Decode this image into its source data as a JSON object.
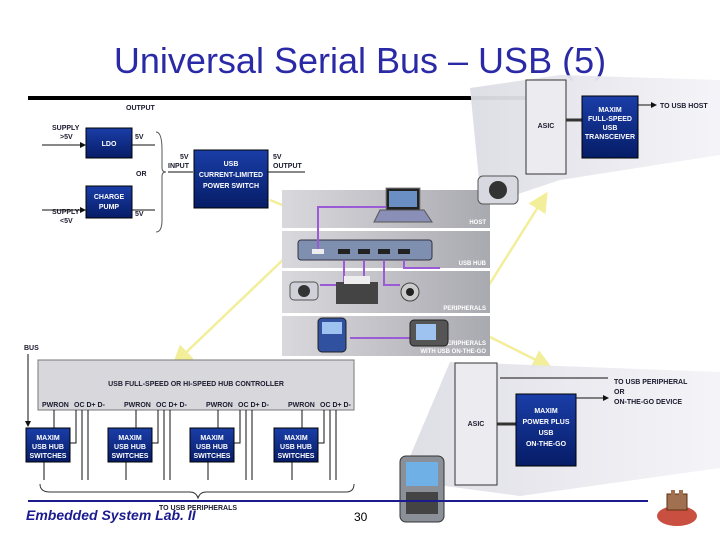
{
  "slide": {
    "title": "Universal Serial Bus – USB (5)",
    "footer_left": "Embedded System Lab. II",
    "page_number": "30"
  },
  "power_diagram": {
    "output_label": "OUTPUT",
    "supply_high": [
      "SUPPLY",
      ">5V"
    ],
    "supply_low": [
      "SUPPLY",
      "<5V"
    ],
    "ldo_label": "LDO",
    "charge_pump_label": [
      "CHARGE",
      "PUMP"
    ],
    "v5_top": "5V",
    "v5_bottom": "5V",
    "or_label": "OR",
    "switch_input_label": [
      "5V",
      "INPUT"
    ],
    "switch_output_label": [
      "5V",
      "OUTPUT"
    ],
    "switch_label": [
      "USB",
      "CURRENT-LIMITED",
      "POWER SWITCH"
    ]
  },
  "layers": {
    "host": "HOST",
    "hub": "USB HUB",
    "peripherals": "PERIPHERALS",
    "otg": [
      "PERIPHERALS",
      "WITH USB ON-THE-GO"
    ]
  },
  "host_callout": {
    "asic_label": "ASIC",
    "transceiver_label": [
      "MAXIM",
      "FULL-SPEED",
      "USB",
      "TRANSCEIVER"
    ],
    "to_host_label": "TO USB HOST"
  },
  "otg_callout": {
    "asic_label": "ASIC",
    "otg_label": [
      "MAXIM",
      "POWER PLUS",
      "USB",
      "ON-THE-GO"
    ],
    "to_peripheral_label": [
      "TO USB PERIPHERAL",
      "OR",
      "ON-THE-GO DEVICE"
    ]
  },
  "hub_diagram": {
    "bus_label": "BUS",
    "controller_label": "USB FULL-SPEED OR HI-SPEED HUB CONTROLLER",
    "port_pins": [
      "PWRON",
      "OC D+ D-"
    ],
    "switch_label": [
      "MAXIM",
      "USB HUB",
      "SWITCHES"
    ],
    "to_peripherals_label": "TO USB PERIPHERALS"
  },
  "colors": {
    "title": "#2a2aa6",
    "box_blue": "#0a2a8a",
    "layer_gray": "#c8c8cc",
    "callout_yellow": "#f2ee9a",
    "footer_rule": "#1b1b8f"
  }
}
